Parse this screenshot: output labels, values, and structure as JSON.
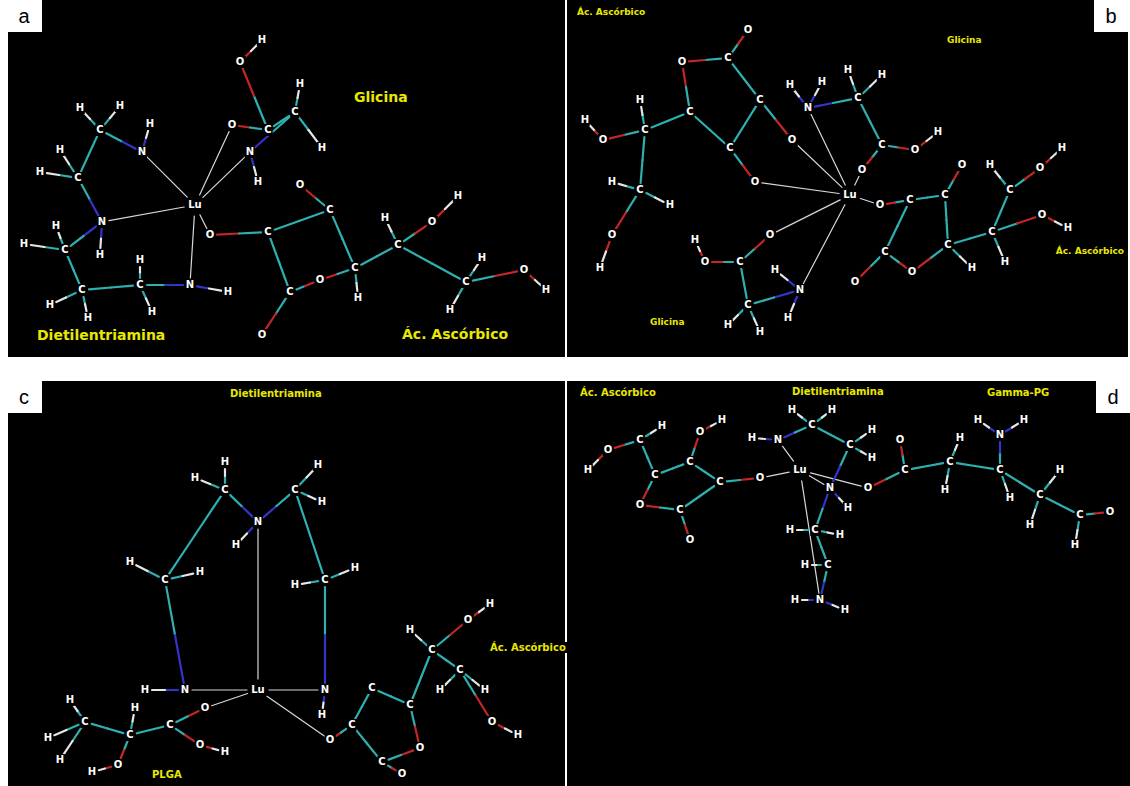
{
  "diagram": {
    "labels": [
      "a",
      "Glicina",
      "Dietilentriamina",
      "Ác. Ascórbico",
      "Lu",
      "N",
      "H",
      "C",
      "H",
      "H",
      "C",
      "H",
      "H",
      "N",
      "H",
      "C",
      "H",
      "H",
      "C",
      "H",
      "H",
      "C",
      "H",
      "H",
      "N",
      "H",
      "O",
      "C",
      "O",
      "H",
      "C",
      "H",
      "H",
      "N",
      "H",
      "O",
      "C",
      "C",
      "O",
      "C",
      "C",
      "O",
      "O",
      "H",
      "C",
      "H",
      "O",
      "H",
      "C",
      "H",
      "H",
      "O",
      "H",
      "b",
      "Ác. Ascórbico",
      "Glicina",
      "Ác. Ascórbico",
      "Glicina",
      "Lu",
      "N",
      "H",
      "H",
      "C",
      "H",
      "H",
      "C",
      "O",
      "O",
      "H",
      "N",
      "H",
      "H",
      "C",
      "H",
      "H",
      "C",
      "O",
      "O",
      "H",
      "C",
      "O",
      "O",
      "C",
      "C",
      "C",
      "O",
      "O",
      "C",
      "H",
      "O",
      "H",
      "C",
      "H",
      "H",
      "O",
      "H",
      "O",
      "C",
      "C",
      "O",
      "C",
      "O",
      "C",
      "O",
      "H",
      "C",
      "H",
      "C",
      "H",
      "O",
      "H",
      "O",
      "H",
      "c",
      "Dietilentriamina",
      "Ác. Ascórbico",
      "PLGA",
      "Lu",
      "N",
      "H",
      "C",
      "H",
      "H",
      "C",
      "H",
      "H",
      "N",
      "H",
      "C",
      "H",
      "H",
      "C",
      "H",
      "N",
      "H",
      "H",
      "O",
      "C",
      "O",
      "H",
      "C",
      "H",
      "O",
      "H",
      "C",
      "H",
      "H",
      "H",
      "O",
      "C",
      "C",
      "C",
      "O",
      "C",
      "O",
      "C",
      "H",
      "O",
      "H",
      "C",
      "H",
      "H",
      "O",
      "H",
      "d",
      "Ác. Ascórbico",
      "Dietilentriamina",
      "Gamma-PG",
      "Lu",
      "N",
      "H",
      "C",
      "H",
      "H",
      "C",
      "H",
      "H",
      "N",
      "H",
      "C",
      "H",
      "H",
      "C",
      "H",
      "N",
      "H",
      "H",
      "O",
      "C",
      "C",
      "C",
      "O",
      "C",
      "O",
      "O",
      "H",
      "C",
      "H",
      "O",
      "H",
      "O",
      "C",
      "O",
      "C",
      "H",
      "H",
      "C",
      "N",
      "H",
      "H",
      "H",
      "C",
      "H",
      "H",
      "C",
      "H",
      "O"
    ]
  }
}
